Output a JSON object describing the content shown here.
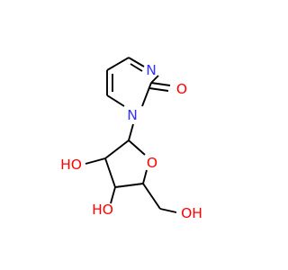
{
  "molecule": {
    "colors": {
      "bond": "#000000",
      "nitrogen": "#3333ff",
      "oxygen": "#ff0000"
    },
    "atoms": {
      "n_top": {
        "text": "N",
        "element": "N"
      },
      "n_ring": {
        "text": "N",
        "element": "N"
      },
      "o_carbonyl": {
        "text": "O",
        "element": "O"
      },
      "o_ring": {
        "text": "O",
        "element": "O"
      },
      "oh_upper_left": {
        "text": "HO",
        "element": "O"
      },
      "oh_lower": {
        "text": "HO",
        "element": "O"
      },
      "oh_right": {
        "text": "OH",
        "element": "O"
      }
    }
  }
}
